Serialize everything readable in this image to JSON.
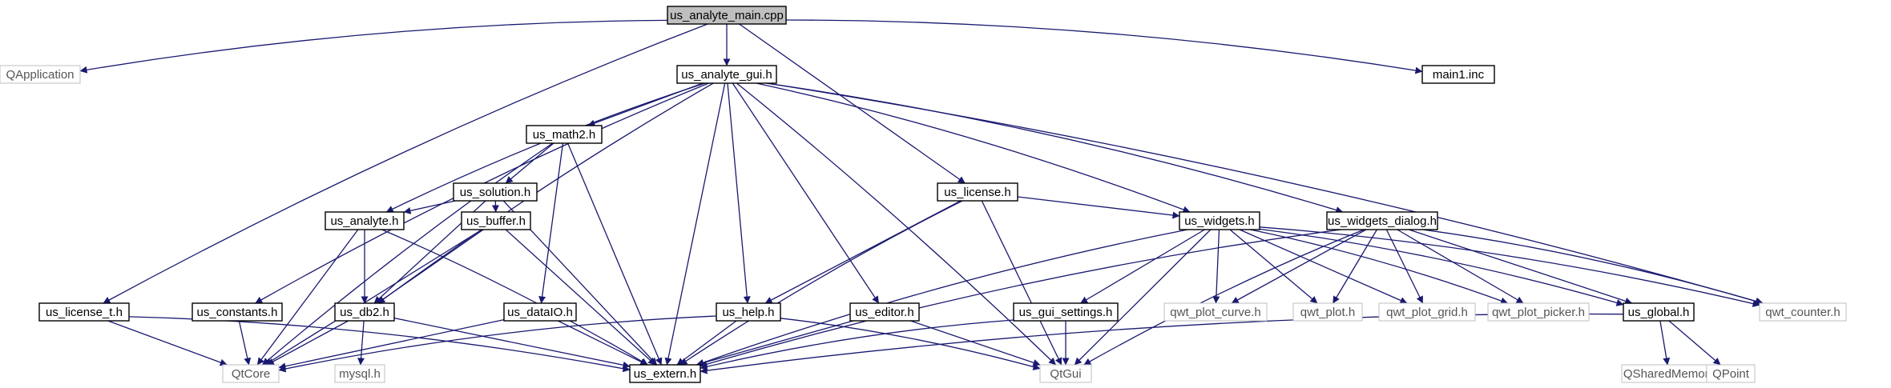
{
  "graph": {
    "root": "main",
    "colors": {
      "edge": "#191970",
      "root_fill": "#bfbfbf",
      "local_border": "#000000",
      "external_border": "#bfbfbf",
      "external_text": "#555555"
    },
    "nodes": [
      {
        "id": "main",
        "label": "us_analyte_main.cpp",
        "kind": "root"
      },
      {
        "id": "qapplication",
        "label": "QApplication",
        "kind": "external"
      },
      {
        "id": "gui",
        "label": "us_analyte_gui.h",
        "kind": "local"
      },
      {
        "id": "main1",
        "label": "main1.inc",
        "kind": "local"
      },
      {
        "id": "math2",
        "label": "us_math2.h",
        "kind": "local"
      },
      {
        "id": "solution",
        "label": "us_solution.h",
        "kind": "local"
      },
      {
        "id": "license",
        "label": "us_license.h",
        "kind": "local"
      },
      {
        "id": "analyte",
        "label": "us_analyte.h",
        "kind": "local"
      },
      {
        "id": "buffer",
        "label": "us_buffer.h",
        "kind": "local"
      },
      {
        "id": "widgets",
        "label": "us_widgets.h",
        "kind": "local"
      },
      {
        "id": "wdialog",
        "label": "us_widgets_dialog.h",
        "kind": "local"
      },
      {
        "id": "license_t",
        "label": "us_license_t.h",
        "kind": "local"
      },
      {
        "id": "constants",
        "label": "us_constants.h",
        "kind": "local"
      },
      {
        "id": "db2",
        "label": "us_db2.h",
        "kind": "local"
      },
      {
        "id": "dataio",
        "label": "us_dataIO.h",
        "kind": "local"
      },
      {
        "id": "help",
        "label": "us_help.h",
        "kind": "local"
      },
      {
        "id": "editor",
        "label": "us_editor.h",
        "kind": "local"
      },
      {
        "id": "guisettings",
        "label": "us_gui_settings.h",
        "kind": "local"
      },
      {
        "id": "qwt_curve",
        "label": "qwt_plot_curve.h",
        "kind": "external"
      },
      {
        "id": "qwt_plot",
        "label": "qwt_plot.h",
        "kind": "external"
      },
      {
        "id": "qwt_grid",
        "label": "qwt_plot_grid.h",
        "kind": "external"
      },
      {
        "id": "qwt_picker",
        "label": "qwt_plot_picker.h",
        "kind": "external"
      },
      {
        "id": "global",
        "label": "us_global.h",
        "kind": "local"
      },
      {
        "id": "qwt_counter",
        "label": "qwt_counter.h",
        "kind": "external"
      },
      {
        "id": "qtcore",
        "label": "QtCore",
        "kind": "external"
      },
      {
        "id": "mysql",
        "label": "mysql.h",
        "kind": "external"
      },
      {
        "id": "extern",
        "label": "us_extern.h",
        "kind": "local"
      },
      {
        "id": "qtgui",
        "label": "QtGui",
        "kind": "external"
      },
      {
        "id": "qshm",
        "label": "QSharedMemory",
        "kind": "external"
      },
      {
        "id": "qpoint",
        "label": "QPoint",
        "kind": "external"
      }
    ],
    "edges": [
      [
        "main",
        "qapplication"
      ],
      [
        "main",
        "gui"
      ],
      [
        "main",
        "main1"
      ],
      [
        "main",
        "license"
      ],
      [
        "main",
        "license_t"
      ],
      [
        "gui",
        "math2"
      ],
      [
        "gui",
        "analyte"
      ],
      [
        "gui",
        "constants"
      ],
      [
        "gui",
        "db2"
      ],
      [
        "gui",
        "help"
      ],
      [
        "gui",
        "extern"
      ],
      [
        "gui",
        "editor"
      ],
      [
        "gui",
        "widgets"
      ],
      [
        "gui",
        "wdialog"
      ],
      [
        "gui",
        "qwt_counter"
      ],
      [
        "gui",
        "qtgui"
      ],
      [
        "math2",
        "solution"
      ],
      [
        "math2",
        "qtcore"
      ],
      [
        "math2",
        "dataio"
      ],
      [
        "math2",
        "extern"
      ],
      [
        "solution",
        "analyte"
      ],
      [
        "solution",
        "buffer"
      ],
      [
        "solution",
        "db2"
      ],
      [
        "solution",
        "extern"
      ],
      [
        "license",
        "help"
      ],
      [
        "license",
        "widgets"
      ],
      [
        "license",
        "extern"
      ],
      [
        "license",
        "qtgui"
      ],
      [
        "analyte",
        "db2"
      ],
      [
        "analyte",
        "qtcore"
      ],
      [
        "analyte",
        "extern"
      ],
      [
        "buffer",
        "db2"
      ],
      [
        "buffer",
        "qtcore"
      ],
      [
        "buffer",
        "extern"
      ],
      [
        "widgets",
        "guisettings"
      ],
      [
        "widgets",
        "qwt_curve"
      ],
      [
        "widgets",
        "qwt_plot"
      ],
      [
        "widgets",
        "qwt_grid"
      ],
      [
        "widgets",
        "qwt_picker"
      ],
      [
        "widgets",
        "global"
      ],
      [
        "widgets",
        "qwt_counter"
      ],
      [
        "widgets",
        "extern"
      ],
      [
        "widgets",
        "qtgui"
      ],
      [
        "wdialog",
        "qwt_curve"
      ],
      [
        "wdialog",
        "qwt_plot"
      ],
      [
        "wdialog",
        "qwt_grid"
      ],
      [
        "wdialog",
        "qwt_picker"
      ],
      [
        "wdialog",
        "global"
      ],
      [
        "wdialog",
        "qwt_counter"
      ],
      [
        "wdialog",
        "extern"
      ],
      [
        "wdialog",
        "qtgui"
      ],
      [
        "license_t",
        "qtcore"
      ],
      [
        "license_t",
        "extern"
      ],
      [
        "constants",
        "qtcore"
      ],
      [
        "db2",
        "qtcore"
      ],
      [
        "db2",
        "mysql"
      ],
      [
        "db2",
        "extern"
      ],
      [
        "dataio",
        "qtcore"
      ],
      [
        "dataio",
        "extern"
      ],
      [
        "help",
        "qtcore"
      ],
      [
        "help",
        "extern"
      ],
      [
        "help",
        "qtgui"
      ],
      [
        "editor",
        "extern"
      ],
      [
        "editor",
        "qtgui"
      ],
      [
        "guisettings",
        "extern"
      ],
      [
        "guisettings",
        "qtgui"
      ],
      [
        "global",
        "extern"
      ],
      [
        "global",
        "qshm"
      ],
      [
        "global",
        "qpoint"
      ]
    ]
  }
}
